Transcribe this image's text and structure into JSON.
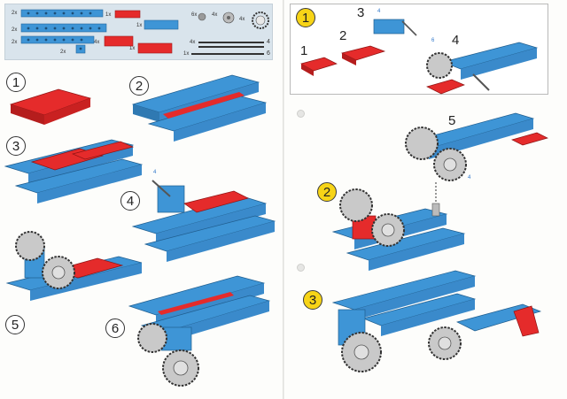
{
  "colors": {
    "blue": "#3e95d6",
    "red": "#e52b2b",
    "gray": "#8a8a8a",
    "badge_yellow": "#f7d417",
    "callout_blue": "#2d75c9"
  },
  "parts_list": {
    "quantities": [
      "2x",
      "2x",
      "2x",
      "2x",
      "1x",
      "1x",
      "4x",
      "1x",
      "6x",
      "4x",
      "4x",
      "1x",
      "4x"
    ],
    "rod_lengths": [
      "4",
      "6"
    ]
  },
  "left_page": {
    "steps": [
      "1",
      "2",
      "3",
      "4",
      "5",
      "6"
    ],
    "callout": "4"
  },
  "right_page": {
    "badges": [
      "1",
      "2",
      "3"
    ],
    "substeps": [
      "1",
      "2",
      "3",
      "4",
      "5"
    ],
    "callouts": [
      "4",
      "6",
      "4"
    ]
  }
}
